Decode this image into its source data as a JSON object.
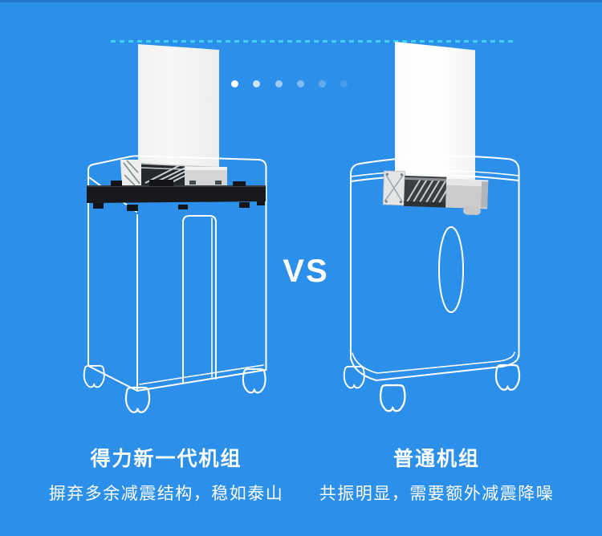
{
  "colors": {
    "background": "#2c8fe9",
    "top_edge": "#2577c8",
    "dashed_line": "#41d3f2",
    "text": "#ffffff",
    "paper": "#f8f8f6"
  },
  "divider": {
    "vs_label": "VS"
  },
  "decor": {
    "fading_dots_count": 6
  },
  "products": {
    "left": {
      "title": "得力新一代机组",
      "subtitle": "摒弃多余减震结构，稳如泰山"
    },
    "right": {
      "title": "普通机组",
      "subtitle": "共振明显，需要额外减震降噪"
    }
  }
}
